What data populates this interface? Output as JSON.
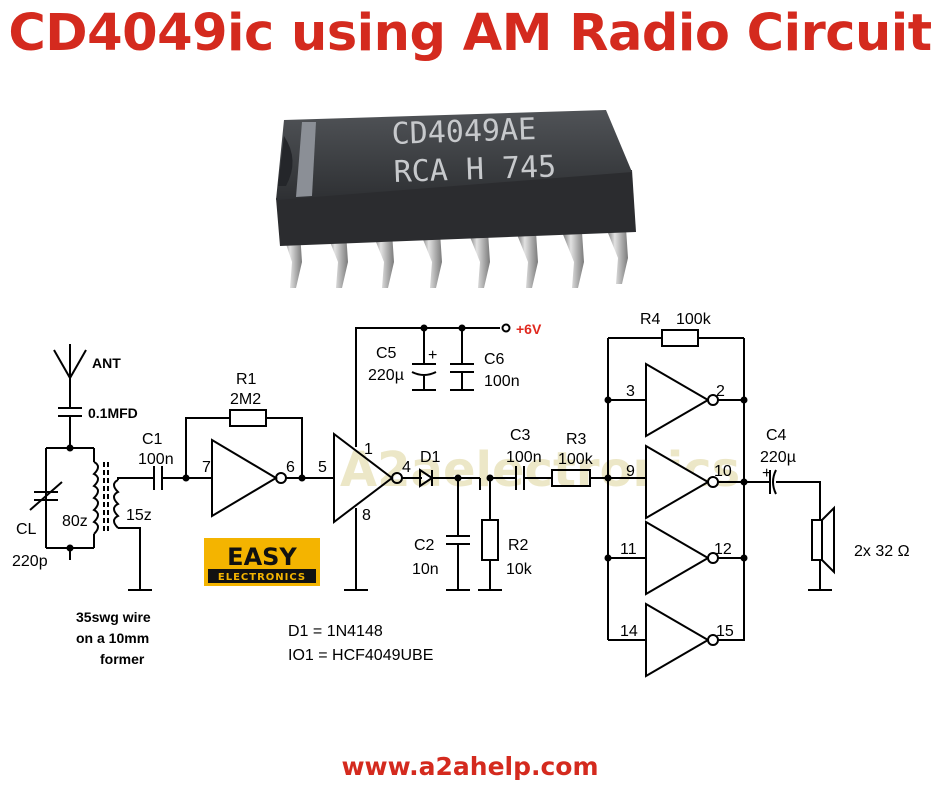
{
  "title": "CD4049ic using AM Radio Circuit",
  "footer_url": "www.a2ahelp.com",
  "chip": {
    "line1": "CD4049AE",
    "line2": "RCA H 745"
  },
  "watermark": "A2aelectronics",
  "logo": {
    "top": "EASY",
    "bottom": "ELECTRONICS"
  },
  "labels": {
    "ant": "ANT",
    "cap_ant": "0.1MFD",
    "cl": "CL",
    "cl_value": "220p",
    "coil1": "80z",
    "coil2": "15z",
    "wire_note": [
      "35swg wire",
      "on a 10mm",
      "former"
    ],
    "c1": "C1",
    "c1_value": "100n",
    "r1": "R1",
    "r1_value": "2M2",
    "pin7": "7",
    "pin6": "6",
    "pin5": "5",
    "pin1": "1",
    "pin4": "4",
    "pin8": "8",
    "c5": "C5",
    "c5_value": "220µ",
    "plus": "+",
    "c6": "C6",
    "c6_value": "100n",
    "supply": "+6V",
    "d1": "D1",
    "c3": "C3",
    "c3_value": "100n",
    "r3": "R3",
    "r3_value": "100k",
    "c2": "C2",
    "c2_value": "10n",
    "r2": "R2",
    "r2_value": "10k",
    "r4": "R4",
    "r4_value": "100k",
    "pin3": "3",
    "pin2": "2",
    "pin9": "9",
    "pin10": "10",
    "pin11": "11",
    "pin12": "12",
    "pin14": "14",
    "pin15": "15",
    "c4": "C4",
    "c4_value": "220µ",
    "speaker": "2x 32 Ω",
    "d1_spec": "D1 = 1N4148",
    "io1_spec": "IO1 = HCF4049UBE"
  },
  "colors": {
    "title": "#d42a1e",
    "footer": "#d42a1e",
    "supply": "#e0281e",
    "chip_body": "#3e4044",
    "watermark": "#e9e3bd",
    "logo_bg": "#f4b400"
  }
}
